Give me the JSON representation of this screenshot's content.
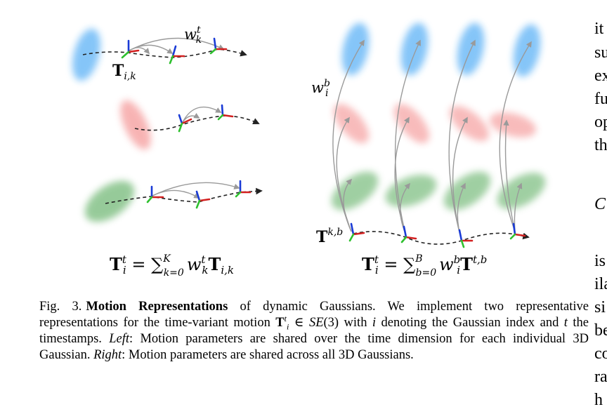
{
  "figure": {
    "left": {
      "label_w": "w",
      "label_w_sup": "t",
      "label_w_sub": "k",
      "label_T": "T",
      "label_T_sub": "i,k",
      "formula": {
        "lhs": "T",
        "lhs_sup": "t",
        "lhs_sub": "i",
        "eq": " = ",
        "sum": "∑",
        "sum_sub": "k=0",
        "sum_sup": "K",
        "w": "w",
        "w_sup": "t",
        "w_sub": "k",
        "T": "T",
        "T_sub": "i,k"
      }
    },
    "right": {
      "label_w": "w",
      "label_w_sup": "b",
      "label_w_sub": "i",
      "label_T": "T",
      "label_T_sup": "k,b",
      "formula": {
        "lhs": "T",
        "lhs_sup": "t",
        "lhs_sub": "i",
        "eq": " = ",
        "sum": "∑",
        "sum_sub": "b=0",
        "sum_sup": "B",
        "w": "w",
        "w_sup": "b",
        "w_sub": "i",
        "T": "T",
        "T_sup": "t,b"
      }
    },
    "colors": {
      "blue": "#2196f3",
      "red": "#f06b6b",
      "green": "#43a047",
      "axis_blue": "#1a3bd6",
      "axis_red": "#d32020",
      "axis_green": "#2ec02e",
      "arrow_gray": "#9a9a9a"
    }
  },
  "caption": {
    "fig_num": "Fig. 3.",
    "title": "Motion Representations",
    "t1": " of dynamic Gaussians. We implement two representative representations for the time-variant motion ",
    "m_T": "T",
    "m_T_sup": "t",
    "m_T_sub": "i",
    "m_in": " ∈ ",
    "m_se": "SE",
    "m_se_arg": "(3)",
    "t2": " with ",
    "m_i": "i",
    "t3": " denoting the Gaussian index and ",
    "m_t": "t",
    "t4": " the timestamps. ",
    "left_em": "Left",
    "t5": ": Motion parameters are shared over the time dimension for each individual 3D Gaussian. ",
    "right_em": "Right",
    "t6": ": Motion parameters are shared across all 3D Gaussians."
  },
  "right_column": {
    "fragments": [
      "it",
      "su",
      "ex",
      "fu",
      "op",
      "th",
      "C",
      "is",
      "ila",
      "si",
      "be",
      "co",
      "ra",
      "h"
    ]
  }
}
